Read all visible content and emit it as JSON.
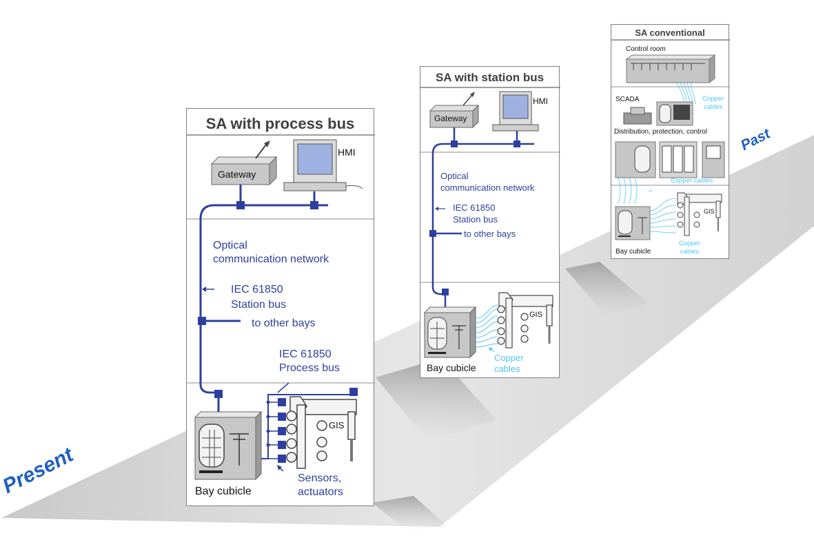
{
  "timeline": {
    "present": "Present",
    "past": "Past"
  },
  "colors": {
    "bus": "#2e3f9e",
    "copper": "#4fc3f7",
    "road": "#d9d9d9",
    "label_blue": "#1f5fc4"
  },
  "panel_process_bus": {
    "title": "SA with process bus",
    "gateway": "Gateway",
    "hmi": "HMI",
    "optical": "Optical\ncommunication network",
    "station_bus": "IEC 61850\nStation bus",
    "other_bays": "to other bays",
    "process_bus": "IEC 61850\nProcess bus",
    "gis": "GIS",
    "sensors": "Sensors,\nactuators",
    "bay_cubicle": "Bay cubicle"
  },
  "panel_station_bus": {
    "title": "SA with station bus",
    "gateway": "Gateway",
    "hmi": "HMI",
    "optical": "Optical\ncommunication network",
    "station_bus": "IEC 61850\nStation bus",
    "other_bays": "to other bays",
    "gis": "GIS",
    "copper": "Copper\ncables",
    "bay_cubicle": "Bay cubicle"
  },
  "panel_conventional": {
    "title": "SA conventional",
    "control_room": "Control room",
    "copper_top": "Copper\ncables",
    "scada": "SCADA",
    "distribution": "Distribution, protection, control",
    "copper_mid": "Copper cables",
    "gis": "GIS",
    "copper_bottom": "Copper\ncables",
    "bay_cubicle": "Bay cubicle"
  }
}
